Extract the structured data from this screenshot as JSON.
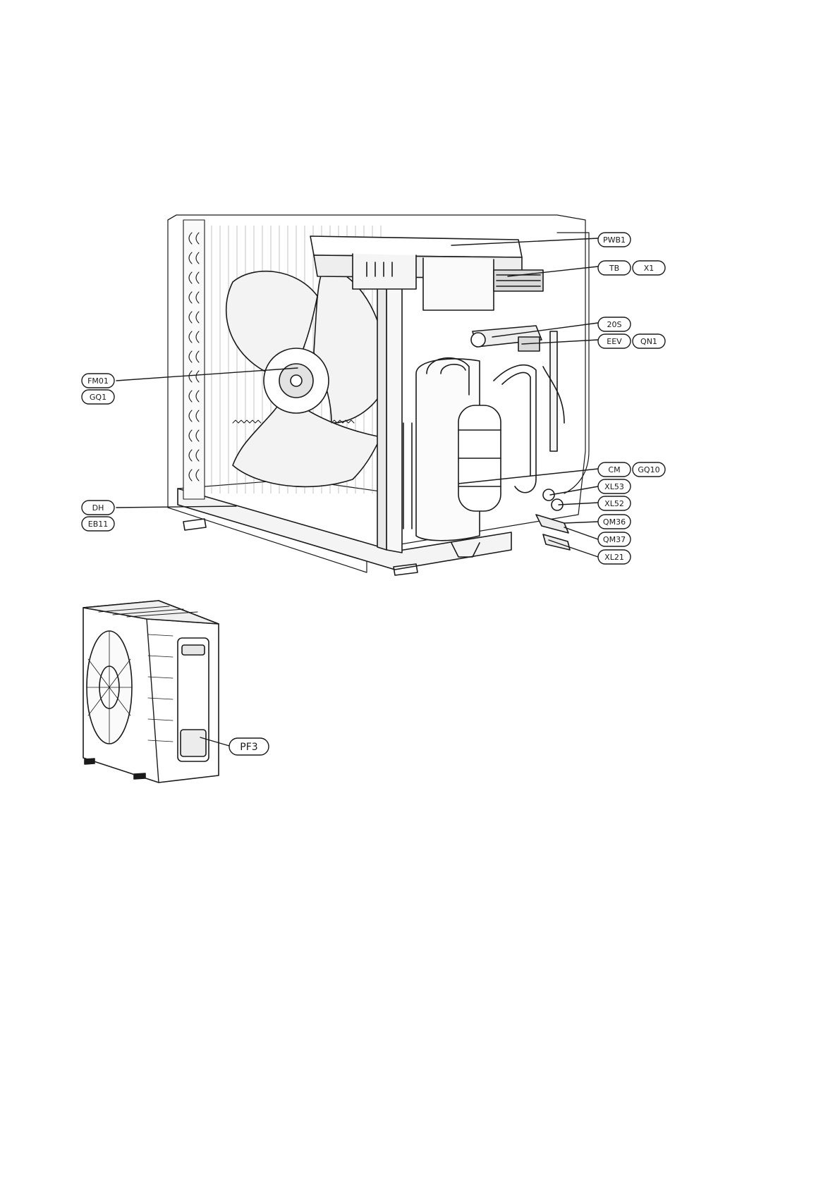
{
  "colors": {
    "ink": "#1a1a1a",
    "fill_light": "#f0f0f0",
    "fill_mid": "#d9d9d9",
    "paper": "#ffffff"
  },
  "labels": {
    "pwb1": "PWB1",
    "tb": "TB",
    "x1": "X1",
    "20s": "20S",
    "eev": "EEV",
    "qn1": "QN1",
    "fm01": "FM01",
    "gq1": "GQ1",
    "cm": "CM",
    "gq10": "GQ10",
    "xl53": "XL53",
    "xl52": "XL52",
    "qm36": "QM36",
    "qm37": "QM37",
    "xl21": "XL21",
    "dh": "DH",
    "eb11": "EB11",
    "pf3": "PF3"
  }
}
